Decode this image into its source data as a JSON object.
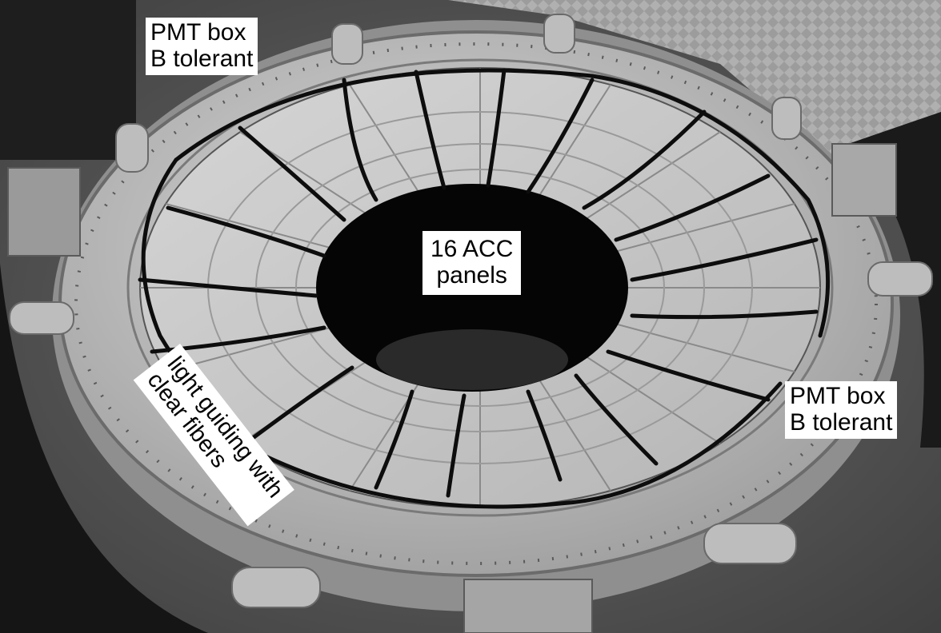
{
  "photo": {
    "subject": "acc-detector-ring",
    "style": "grayscale photograph"
  },
  "labels": {
    "pmt_box_top": {
      "line1": "PMT box",
      "line2": "B tolerant"
    },
    "acc_panels": {
      "line1": "16 ACC",
      "line2": "panels"
    },
    "pmt_box_right": {
      "line1": "PMT box",
      "line2": "B tolerant"
    },
    "light_guiding": {
      "line1": "light guiding with",
      "line2": "clear fibers"
    }
  }
}
